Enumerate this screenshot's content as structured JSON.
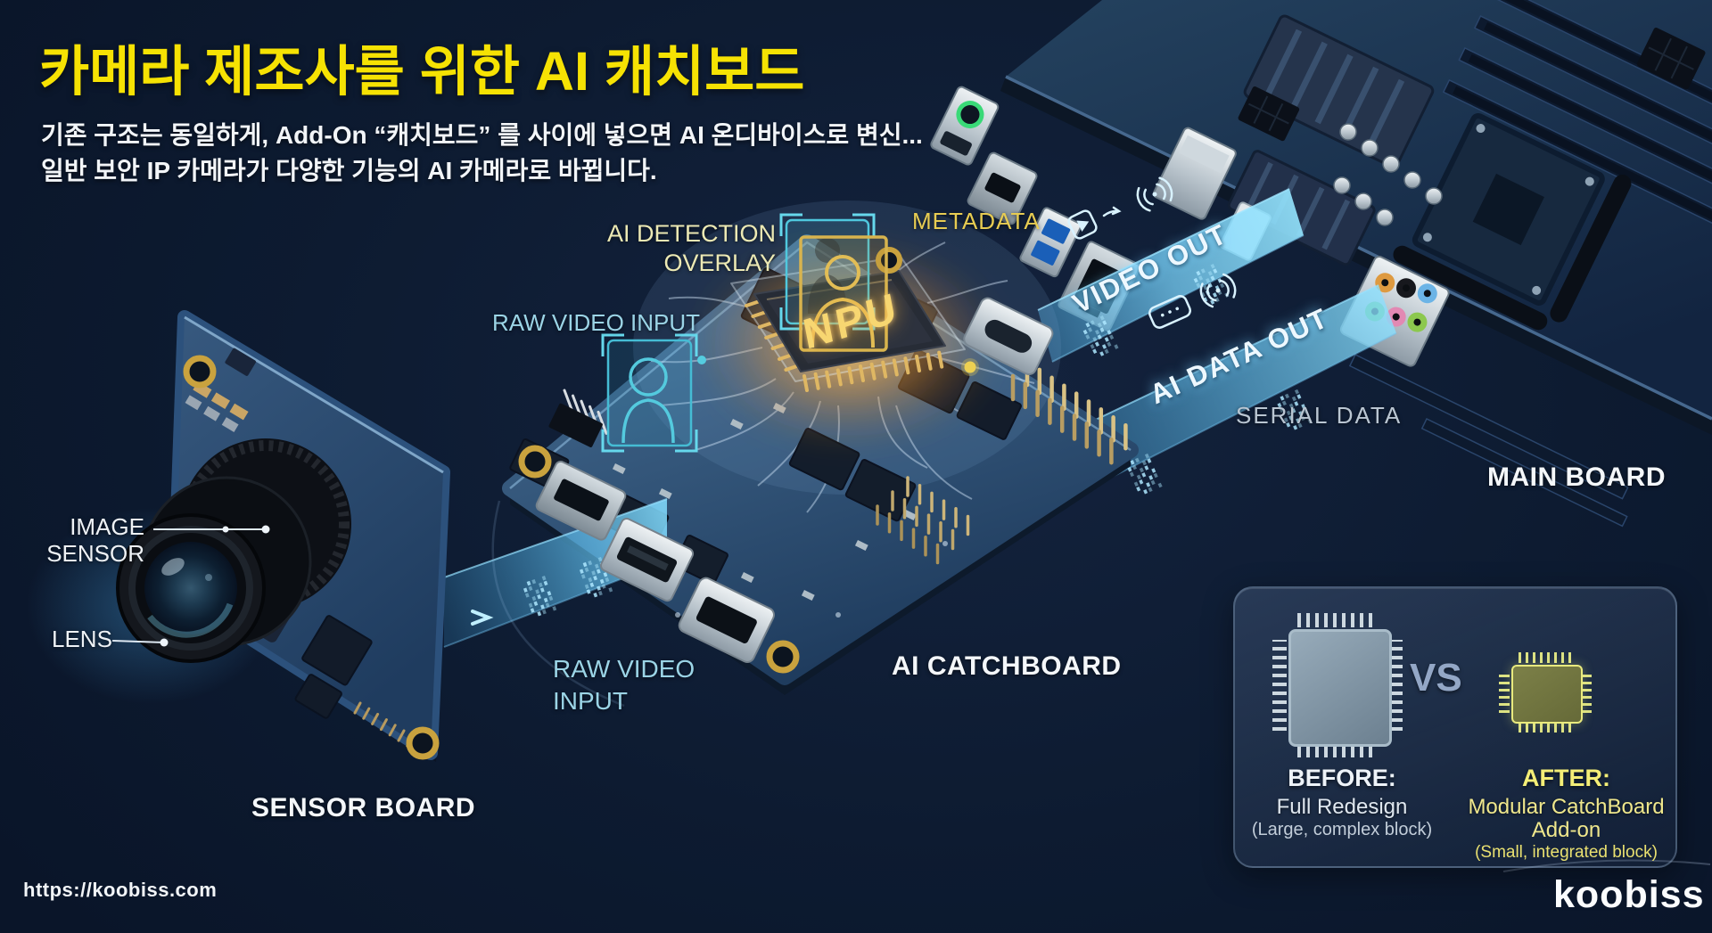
{
  "header": {
    "title": "카메라 제조사를 위한 AI 캐치보드",
    "subtitle_line1": "기존 구조는 동일하게, Add-On “캐치보드” 를 사이에 넣으면 AI 온디바이스로 변신...",
    "subtitle_line2": "일반 보안 IP 카메라가 다양한 기능의 AI 카메라로 바뀝니다."
  },
  "sensor_board": {
    "name": "SENSOR BOARD",
    "image_sensor_line1": "IMAGE",
    "image_sensor_line2": "SENSOR",
    "lens": "LENS"
  },
  "catchboard": {
    "name": "AI CATCHBOARD",
    "npu": "NPU",
    "raw_video_input_top": "RAW VIDEO INPUT",
    "raw_video_input_line1": "RAW VIDEO",
    "raw_video_input_line2": "INPUT",
    "ai_detection_line1": "AI DETECTION",
    "ai_detection_line2": "OVERLAY",
    "metadata": "METADATA"
  },
  "main_board": {
    "name": "MAIN BOARD",
    "video_out": "VIDEO OUT",
    "ai_data_out": "AI DATA OUT",
    "serial_data": "SERIAL DATA"
  },
  "comparison": {
    "vs": "VS",
    "before": {
      "heading": "BEFORE:",
      "line1": "Full Redesign",
      "line2": "(Large, complex block)"
    },
    "after": {
      "heading": "AFTER:",
      "line1": "Modular CatchBoard",
      "line2": "Add-on",
      "line3": "(Small, integrated block)"
    }
  },
  "footer": {
    "url": "https://koobiss.com",
    "logo": "koobiss"
  },
  "colors": {
    "background": "#0d1b31",
    "title_yellow": "#f6e203",
    "label_cyan": "#9bd4e6",
    "label_gold_pale": "#ece9b4",
    "metadata_yellow": "#e7cc52",
    "ribbon_cyan": "#6fd0ff",
    "npu_gold": "#f7d671",
    "pcb_blue": "#2f5580",
    "after_yellow": "#efe78c"
  }
}
